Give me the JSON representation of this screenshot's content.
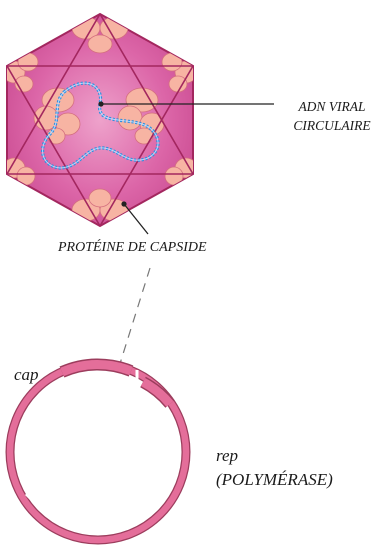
{
  "labels": {
    "adn_line1": "ADN VIRAL",
    "adn_line2": "CIRCULAIRE",
    "capsid_protein": "PROTÉINE DE CAPSIDE",
    "cap_gene": "cap",
    "rep_gene": "rep",
    "rep_sub": "(POLYMÉRASE)"
  },
  "colors": {
    "capsid_fill": "#d7579f",
    "capsid_light": "#e993c4",
    "capsid_edge": "#a3275f",
    "protein_blob": "#f7b4a3",
    "dna_strand": "#2f8fe0",
    "genome_ring": "#e46e9a",
    "genome_ring_edge": "#9c3d5d",
    "leader_line": "#222222",
    "dashed_line": "#777777"
  }
}
